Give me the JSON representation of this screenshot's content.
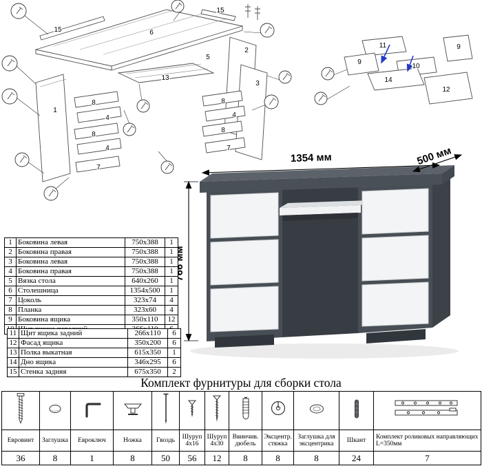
{
  "page": {
    "title": "Комплект фурнитуры для сборки стола"
  },
  "desk": {
    "width_label": "1354 мм",
    "depth_label": "500 мм",
    "height_label": "766 мм",
    "body_color": "#484e55",
    "drawer_color": "#f3f4f5"
  },
  "parts": {
    "rows": [
      {
        "num": "1",
        "name": "Боковина левая",
        "size": "750x388",
        "qty": "1"
      },
      {
        "num": "2",
        "name": "Боковина правая",
        "size": "750x388",
        "qty": "1"
      },
      {
        "num": "3",
        "name": "Боковина левая",
        "size": "750x388",
        "qty": "1"
      },
      {
        "num": "4",
        "name": "Боковина правая",
        "size": "750x388",
        "qty": "1"
      },
      {
        "num": "5",
        "name": "Вязка стола",
        "size": "640x260",
        "qty": "1"
      },
      {
        "num": "6",
        "name": "Столешница",
        "size": "1354x500",
        "qty": "1"
      },
      {
        "num": "7",
        "name": "Цоколь",
        "size": "323x74",
        "qty": "4"
      },
      {
        "num": "8",
        "name": "Планка",
        "size": "323x60",
        "qty": "4"
      },
      {
        "num": "9",
        "name": "Боковина ящика",
        "size": "350x110",
        "qty": "12"
      },
      {
        "num": "10",
        "name": "Щит ящика передний",
        "size": "266x110",
        "qty": "6"
      },
      {
        "num": "11",
        "name": "Щит ящика задний",
        "size": "266x110",
        "qty": "6"
      },
      {
        "num": "12",
        "name": "Фасад ящика",
        "size": "350x200",
        "qty": "6"
      },
      {
        "num": "13",
        "name": "Полка выкатная",
        "size": "615x350",
        "qty": "1"
      },
      {
        "num": "14",
        "name": "Дно ящика",
        "size": "346x295",
        "qty": "6"
      },
      {
        "num": "15",
        "name": "Стенка задняя",
        "size": "675x350",
        "qty": "2"
      }
    ]
  },
  "hardware": {
    "items": [
      {
        "name": "Евровинт",
        "qty": "36",
        "icon": "euro-screw-icon"
      },
      {
        "name": "Заглушка",
        "qty": "8",
        "icon": "plug-icon"
      },
      {
        "name": "Евроключ",
        "qty": "1",
        "icon": "hex-key-icon"
      },
      {
        "name": "Ножка",
        "qty": "8",
        "icon": "foot-icon"
      },
      {
        "name": "Гвоздь",
        "qty": "50",
        "icon": "nail-icon"
      },
      {
        "name": "Шуруп 4x16",
        "qty": "56",
        "icon": "screw-short-icon"
      },
      {
        "name": "Шуруп 4x30",
        "qty": "12",
        "icon": "screw-long-icon"
      },
      {
        "name": "Ввинчив. дюбель",
        "qty": "8",
        "icon": "dowel-screw-icon"
      },
      {
        "name": "Эксцентр. стяжка",
        "qty": "8",
        "icon": "cam-lock-icon"
      },
      {
        "name": "Заглушка для эксцентрика",
        "qty": "8",
        "icon": "cam-cover-icon"
      },
      {
        "name": "Шкант",
        "qty": "24",
        "icon": "wood-dowel-icon"
      },
      {
        "name": "Комплект роликовых направляющих L=350мм",
        "qty": "7",
        "icon": "drawer-slides-icon"
      }
    ]
  },
  "diagram_main": {
    "callouts": [
      "15",
      "6",
      "15",
      "2",
      "5",
      "13",
      "1",
      "8",
      "4",
      "8",
      "4",
      "7",
      "3",
      "8",
      "4",
      "8",
      "7"
    ]
  },
  "diagram_drawer": {
    "callouts": [
      "11",
      "9",
      "9",
      "10",
      "14",
      "12"
    ]
  }
}
